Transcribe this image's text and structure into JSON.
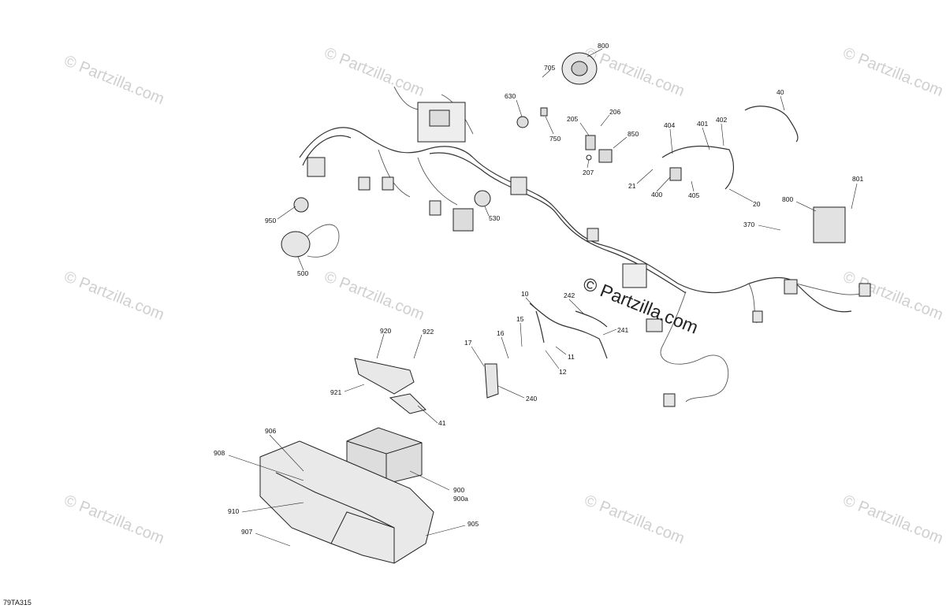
{
  "diagram": {
    "code": "79TA315",
    "watermark_main": "© Partzilla.com",
    "watermark_tile": "© Partzilla.com",
    "callouts": [
      "800",
      "705",
      "630",
      "750",
      "205",
      "206",
      "850",
      "207",
      "40",
      "404",
      "401",
      "402",
      "21",
      "400",
      "405",
      "20",
      "801",
      "800",
      "370",
      "950",
      "530",
      "500",
      "10",
      "242",
      "241",
      "15",
      "16",
      "17",
      "11",
      "12",
      "240",
      "920",
      "922",
      "921",
      "41",
      "906",
      "908",
      "900",
      "900a",
      "910",
      "905",
      "907"
    ]
  }
}
